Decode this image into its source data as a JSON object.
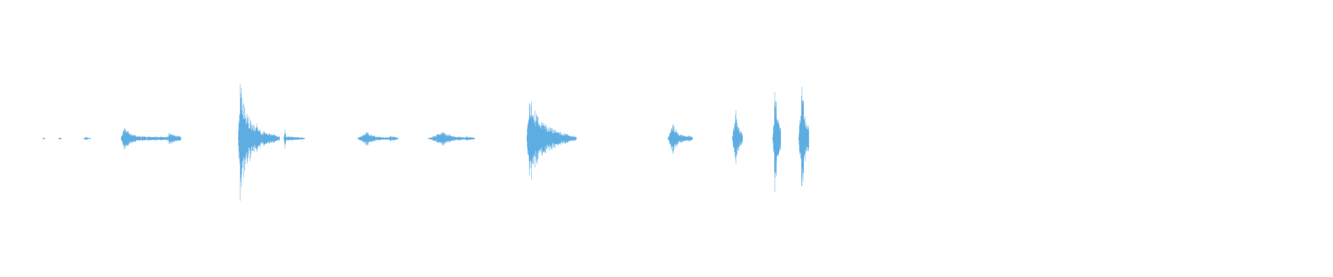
{
  "waveform": {
    "color": "#5dade2",
    "background": "#ffffff",
    "duration_seconds": 60,
    "amplitude_range": [
      -1,
      1
    ],
    "segments": [
      {
        "start": 0.8,
        "end": 0.9,
        "peak": 0.02,
        "attack": 0.4,
        "decay": 0.4,
        "tail": 0.0,
        "tail_len": 0.0
      },
      {
        "start": 1.55,
        "end": 1.7,
        "peak": 0.02,
        "attack": 0.4,
        "decay": 0.4,
        "tail": 0.0,
        "tail_len": 0.0
      },
      {
        "start": 2.75,
        "end": 3.1,
        "peak": 0.03,
        "attack": 0.4,
        "decay": 0.4,
        "tail": 0.0,
        "tail_len": 0.0
      },
      {
        "start": 4.55,
        "end": 6.85,
        "peak": 0.22,
        "attack": 0.08,
        "decay": 0.25,
        "tail": 0.1,
        "tail_len": 0.6
      },
      {
        "start": 10.2,
        "end": 11.2,
        "peak": 1.0,
        "attack": 0.1,
        "decay": 0.7,
        "tail": 0.14,
        "tail_len": 1.0
      },
      {
        "start": 12.4,
        "end": 12.6,
        "peak": 0.18,
        "attack": 0.3,
        "decay": 0.4,
        "tail": 0.04,
        "tail_len": 0.8
      },
      {
        "start": 15.95,
        "end": 17.5,
        "peak": 0.12,
        "attack": 0.3,
        "decay": 0.4,
        "tail": 0.05,
        "tail_len": 0.4
      },
      {
        "start": 19.35,
        "end": 21.2,
        "peak": 0.12,
        "attack": 0.4,
        "decay": 0.4,
        "tail": 0.04,
        "tail_len": 0.4
      },
      {
        "start": 24.1,
        "end": 25.6,
        "peak": 0.78,
        "attack": 0.08,
        "decay": 0.7,
        "tail": 0.12,
        "tail_len": 0.9
      },
      {
        "start": 30.9,
        "end": 31.9,
        "peak": 0.28,
        "attack": 0.25,
        "decay": 0.4,
        "tail": 0.07,
        "tail_len": 0.2
      },
      {
        "start": 34.0,
        "end": 34.5,
        "peak": 0.52,
        "attack": 0.35,
        "decay": 0.5,
        "tail": 0.0,
        "tail_len": 0.0
      },
      {
        "start": 35.95,
        "end": 36.35,
        "peak": 0.95,
        "attack": 0.35,
        "decay": 0.55,
        "tail": 0.0,
        "tail_len": 0.0
      },
      {
        "start": 37.2,
        "end": 37.7,
        "peak": 1.0,
        "attack": 0.35,
        "decay": 0.55,
        "tail": 0.0,
        "tail_len": 0.0
      }
    ]
  }
}
